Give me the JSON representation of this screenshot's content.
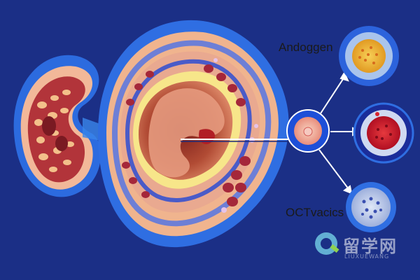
{
  "labels": {
    "top_right": "Andoggen",
    "bottom_right": "OCTvacics"
  },
  "watermark": {
    "logo_text": "留学网",
    "sub_text": "LIUXUEWANG"
  },
  "colors": {
    "background": "#1b2f86",
    "outer_halo": "#2d6de0",
    "tissue_peach": "#f0b48e",
    "tissue_red": "#a4282e",
    "lumen": "#c26a4f",
    "arrow": "#ffffff",
    "tumor_core_yellow": "#f4b73a",
    "tumor_core_red": "#c8162a"
  },
  "icons": [
    "organ-cross-section",
    "tissue-sample-left",
    "detail-circle-yellow",
    "detail-circle-red",
    "detail-circle-cells",
    "hub-circle",
    "arrow-right"
  ]
}
